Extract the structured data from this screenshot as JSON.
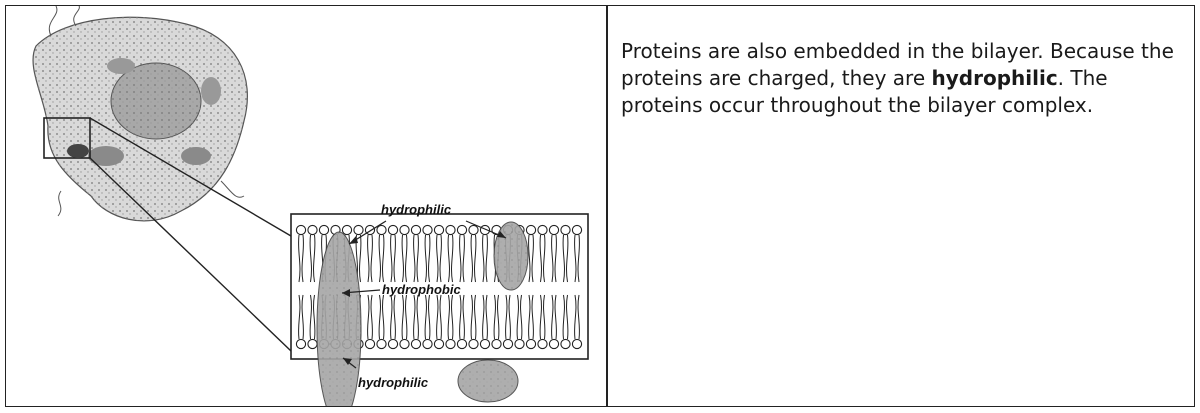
{
  "diagram": {
    "labels": {
      "hydrophilic_top": "hydrophilic",
      "hydrophobic": "hydrophobic",
      "hydrophilic_bottom": "hydrophilic"
    }
  },
  "text": {
    "part1": "Proteins are also embedded in the bilayer. Because the proteins are charged, they are ",
    "emphasis": "hydrophilic",
    "part2": ".  The proteins occur throughout the bilayer complex."
  }
}
